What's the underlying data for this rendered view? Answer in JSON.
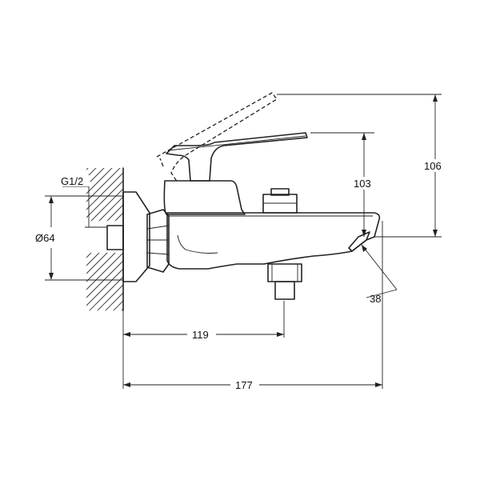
{
  "dimensions": {
    "thread": "G1/2",
    "flange_diameter": "Ø64",
    "outlet_height": "103",
    "total_height": "106",
    "spout_angle": "38",
    "inlet_distance": "119",
    "total_length": "177"
  }
}
